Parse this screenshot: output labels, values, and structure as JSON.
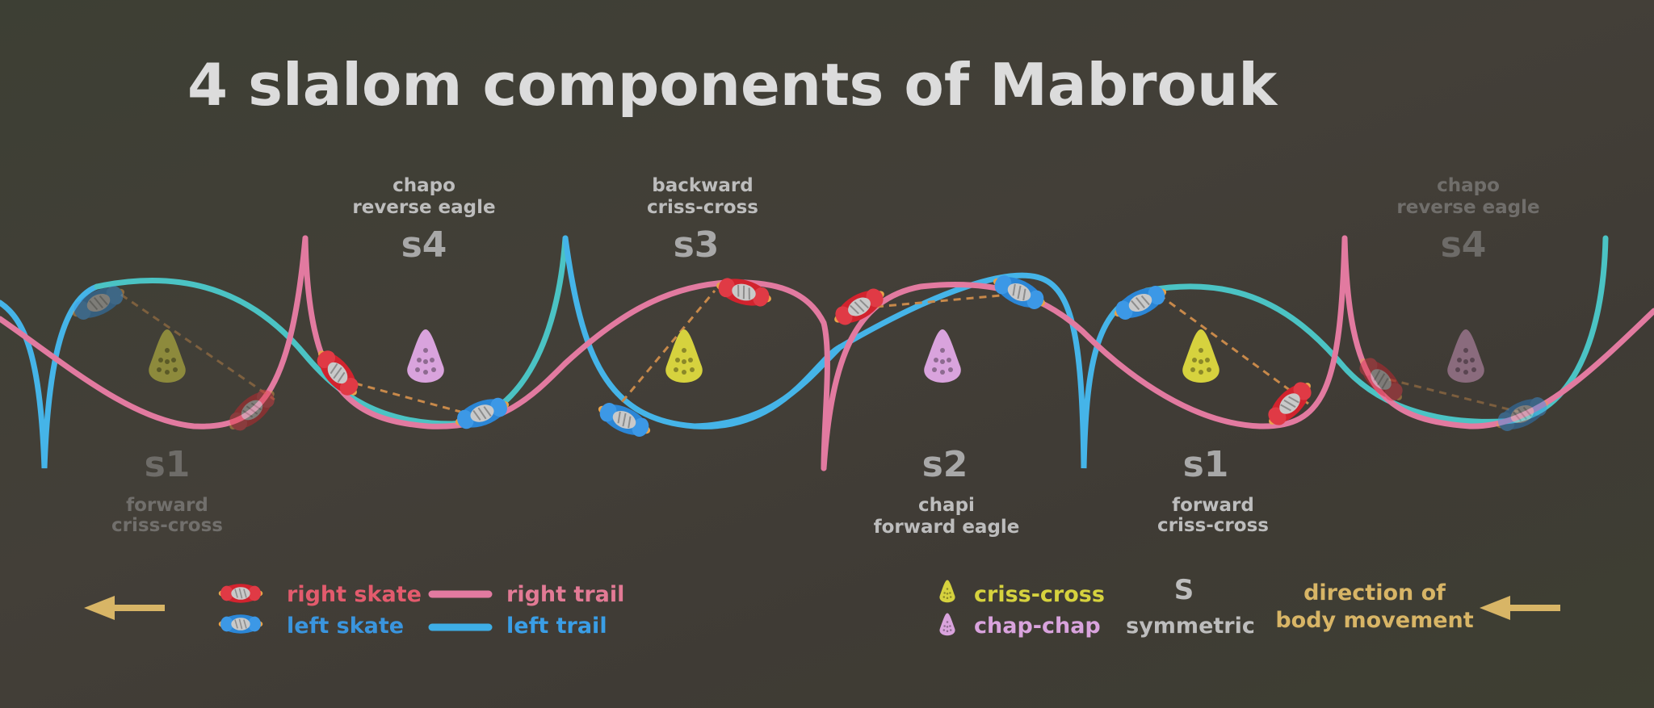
{
  "title": "4 slalom components of Mabrouk",
  "components": [
    {
      "id": "s1",
      "code": "s1",
      "line1": "forward",
      "line2": "criss-cross",
      "faded": true
    },
    {
      "id": "s4",
      "code": "s4",
      "line1": "chapo",
      "line2": "reverse eagle",
      "faded": false
    },
    {
      "id": "s3",
      "code": "s3",
      "line1": "backward",
      "line2": "criss-cross",
      "faded": false
    },
    {
      "id": "s2",
      "code": "s2",
      "line1": "chapi",
      "line2": "forward eagle",
      "faded": false
    },
    {
      "id": "s1b",
      "code": "s1",
      "line1": "forward",
      "line2": "criss-cross",
      "faded": false
    },
    {
      "id": "s4b",
      "code": "s4",
      "line1": "chapo",
      "line2": "reverse eagle",
      "faded": true
    }
  ],
  "legend": {
    "right_skate": "right skate",
    "left_skate": "left skate",
    "right_trail": "right trail",
    "left_trail": "left trail",
    "criss_cross": "criss-cross",
    "chap_chap": "chap-chap",
    "symmetric_symbol": "S",
    "symmetric": "symmetric",
    "direction_line1": "direction of",
    "direction_line2": "body movement"
  },
  "colors": {
    "right_trail": "#e27aa0",
    "left_trail": "#3eaee6",
    "right_skate": "#d2232e",
    "left_skate": "#2b86d6",
    "criss_cross": "#d6d23e",
    "chap_chap": "#d9a3dd",
    "direction": "#d8b566",
    "text_grey": "#d9d9d9",
    "label_grey": "#bdbdbd"
  },
  "icons": {
    "cone": "cone-icon",
    "arrow": "arrow-left-icon",
    "skate": "skate-icon"
  }
}
